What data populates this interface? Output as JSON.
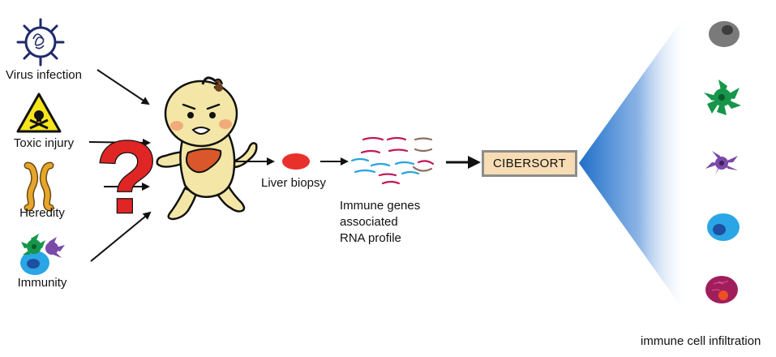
{
  "causes": {
    "virus": "Virus infection",
    "toxic": "Toxic injury",
    "heredity": "Heredity",
    "immunity": "Immunity"
  },
  "question_mark": "?",
  "liver_biopsy": "Liver biopsy",
  "rna_profile": {
    "line1": "Immune genes",
    "line2": "associated",
    "line3": "RNA profile"
  },
  "method": "CIBERSORT",
  "output_label": "immune cell infiltration",
  "colors": {
    "virus": "#1f2a6b",
    "warning_yellow": "#f7e51c",
    "chromosome": "#e6a62b",
    "question": "#e02525",
    "baby_skin": "#f4e6a6",
    "liver": "#d9572a",
    "biopsy": "#e8312b",
    "cibersort_fill": "#f7dcb4",
    "fan_blue": "#1f6fc9",
    "cell_grey": "#7a7a7a",
    "cell_green": "#16964a",
    "cell_purple": "#7b4aa8",
    "cell_blue": "#2aa6e6",
    "cell_magenta": "#a01e5c"
  },
  "icons": [
    "virus-icon",
    "toxic-warning-icon",
    "chromosome-icon",
    "immune-cells-icon",
    "baby-icon",
    "liver-biopsy-icon",
    "rna-strands-icon",
    "grey-cell-icon",
    "green-dendritic-cell-icon",
    "purple-dendritic-cell-icon",
    "blue-cell-icon",
    "magenta-cell-icon"
  ]
}
